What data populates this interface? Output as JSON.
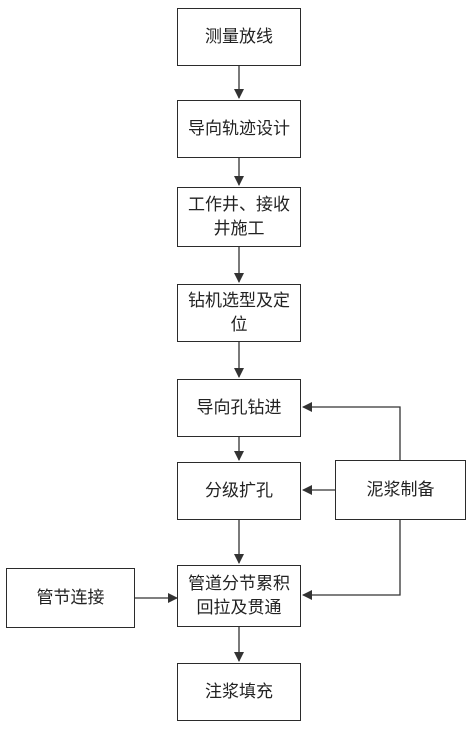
{
  "flowchart": {
    "steps": {
      "survey": "测量放线",
      "trajectory": "导向轨迹设计",
      "wells_1": "工作井、接收",
      "wells_2": "井施工",
      "rig_1": "钻机选型及定",
      "rig_2": "位",
      "pilot": "导向孔钻进",
      "ream": "分级扩孔",
      "pullback_1": "管道分节累积",
      "pullback_2": "回拉及贯通",
      "grout": "注浆填充"
    },
    "side": {
      "mud": "泥浆制备",
      "pipe": "管节连接"
    }
  },
  "colors": {
    "line": "#333333",
    "border": "#2b2b2b",
    "background": "#ffffff"
  }
}
